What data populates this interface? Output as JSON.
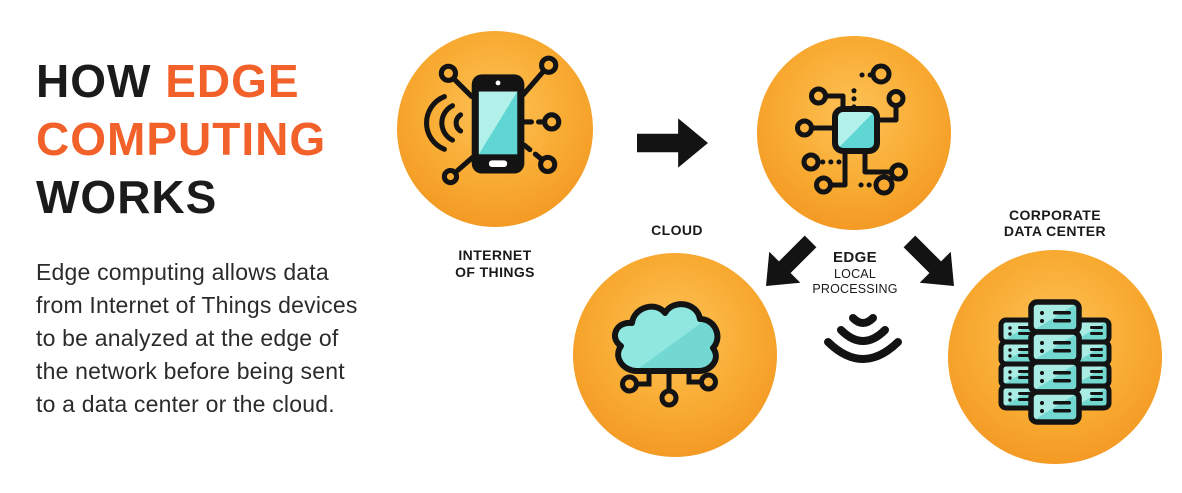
{
  "intro": {
    "title": {
      "word1": "HOW",
      "word2": "EDGE",
      "line2": "COMPUTING",
      "line3": "WORKS"
    },
    "description": "Edge computing allows data\nfrom Internet of Things devices\nto be analyzed at the edge of\nthe network before being sent\nto a data center or the cloud."
  },
  "nodes": {
    "iot": {
      "label_line1": "INTERNET",
      "label_line2": "OF THINGS",
      "icon": "smartphone-iot-icon"
    },
    "edge": {
      "label": "EDGE",
      "sub_line1": "LOCAL",
      "sub_line2": "PROCESSING",
      "icon": "chip-circuit-icon"
    },
    "cloud": {
      "label": "CLOUD",
      "icon": "cloud-network-icon"
    },
    "datacenter": {
      "label_line1": "CORPORATE",
      "label_line2": "DATA CENTER",
      "icon": "server-rack-icon"
    }
  },
  "connectors": {
    "iot_to_edge": "arrow-right",
    "edge_to_cloud": "arrow-down-left",
    "edge_to_datacenter": "arrow-down-right",
    "edge_broadcast": "wireless-signal-down"
  },
  "colors": {
    "title_black": "#1b1b1b",
    "title_orange": "#f2612a",
    "bubble_inner": "#fdc257",
    "bubble_outer": "#ef8c1b",
    "icon_line": "#131313",
    "icon_fill_light": "#b2f1ea",
    "icon_fill_dark": "#5fd6d4"
  }
}
